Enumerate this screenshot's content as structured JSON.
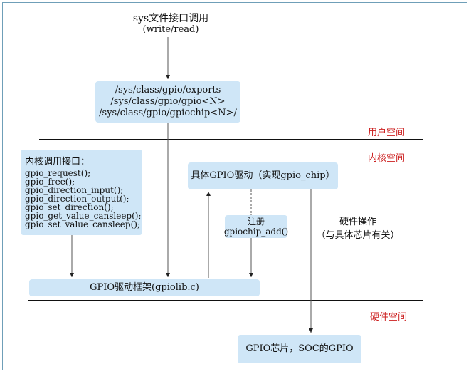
{
  "top": {
    "line1": "sys文件接口调用",
    "line2": "(write/read)"
  },
  "sysfs_box": {
    "lines": [
      "/sys/class/gpio/exports",
      "/sys/class/gpio/gpio<N>",
      "/sys/class/gpio/gpiochip<N>/"
    ]
  },
  "zones": {
    "user": "用户空间",
    "kernel": "内核空间",
    "hardware": "硬件空间"
  },
  "kernel_api": {
    "title": "内核调用接口：",
    "items": [
      "gpio_request();",
      "gpio_free();",
      "gpio_direction_input();",
      "gpio_direction_output();",
      "gpio_set_direction();",
      "gpio_get_value_cansleep();",
      "gpio_set_value_cansleep();"
    ]
  },
  "driver_box": {
    "label": "具体GPIO驱动（实现gpio_chip）"
  },
  "register_box": {
    "line1": "注册",
    "line2": "gpiochip_add()"
  },
  "hw_op": {
    "line1": "硬件操作",
    "line2": "（与具体芯片有关）"
  },
  "framework_box": {
    "label": "GPIO驱动框架(gpiolib.c)"
  },
  "chip_box": {
    "label": "GPIO芯片，SOC的GPIO"
  }
}
